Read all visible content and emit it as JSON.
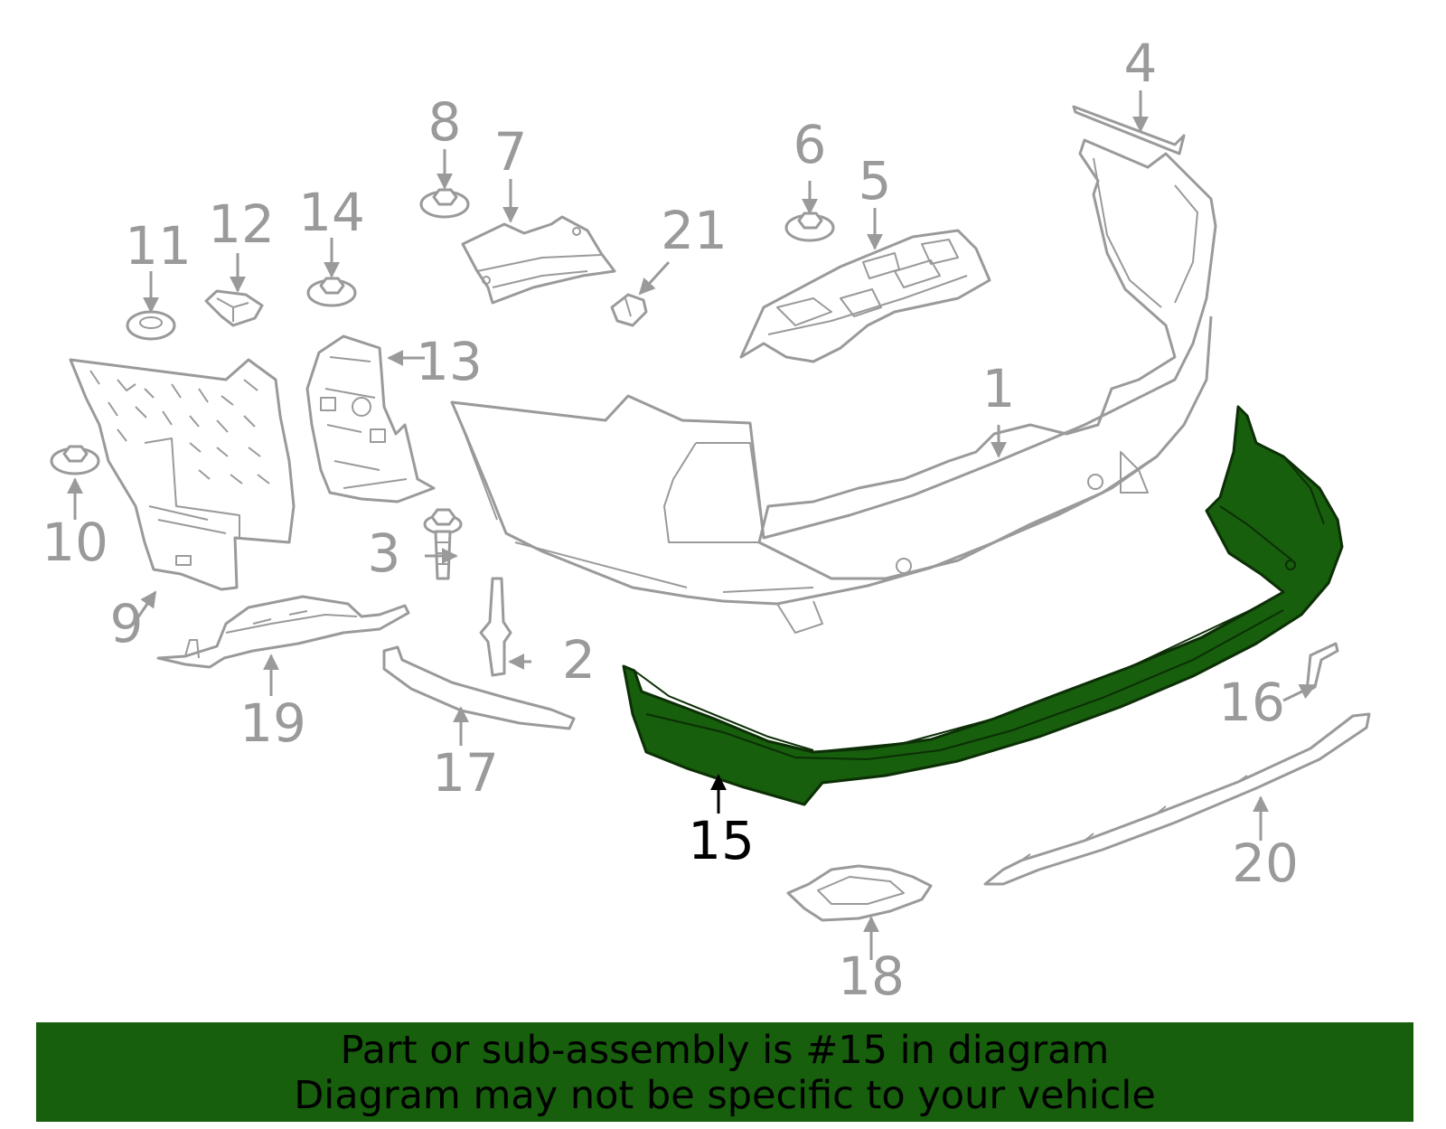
{
  "diagram": {
    "highlight_color": "#175e0d",
    "line_color": "#9a9a9a",
    "callouts": {
      "c1": "1",
      "c2": "2",
      "c3": "3",
      "c4": "4",
      "c5": "5",
      "c6": "6",
      "c7": "7",
      "c8": "8",
      "c9": "9",
      "c10": "10",
      "c11": "11",
      "c12": "12",
      "c13": "13",
      "c14": "14",
      "c15": "15",
      "c16": "16",
      "c17": "17",
      "c18": "18",
      "c19": "19",
      "c20": "20",
      "c21": "21"
    }
  },
  "banner": {
    "line1": "Part or sub-assembly is #15 in diagram",
    "line2": "Diagram may not be specific to your vehicle"
  }
}
